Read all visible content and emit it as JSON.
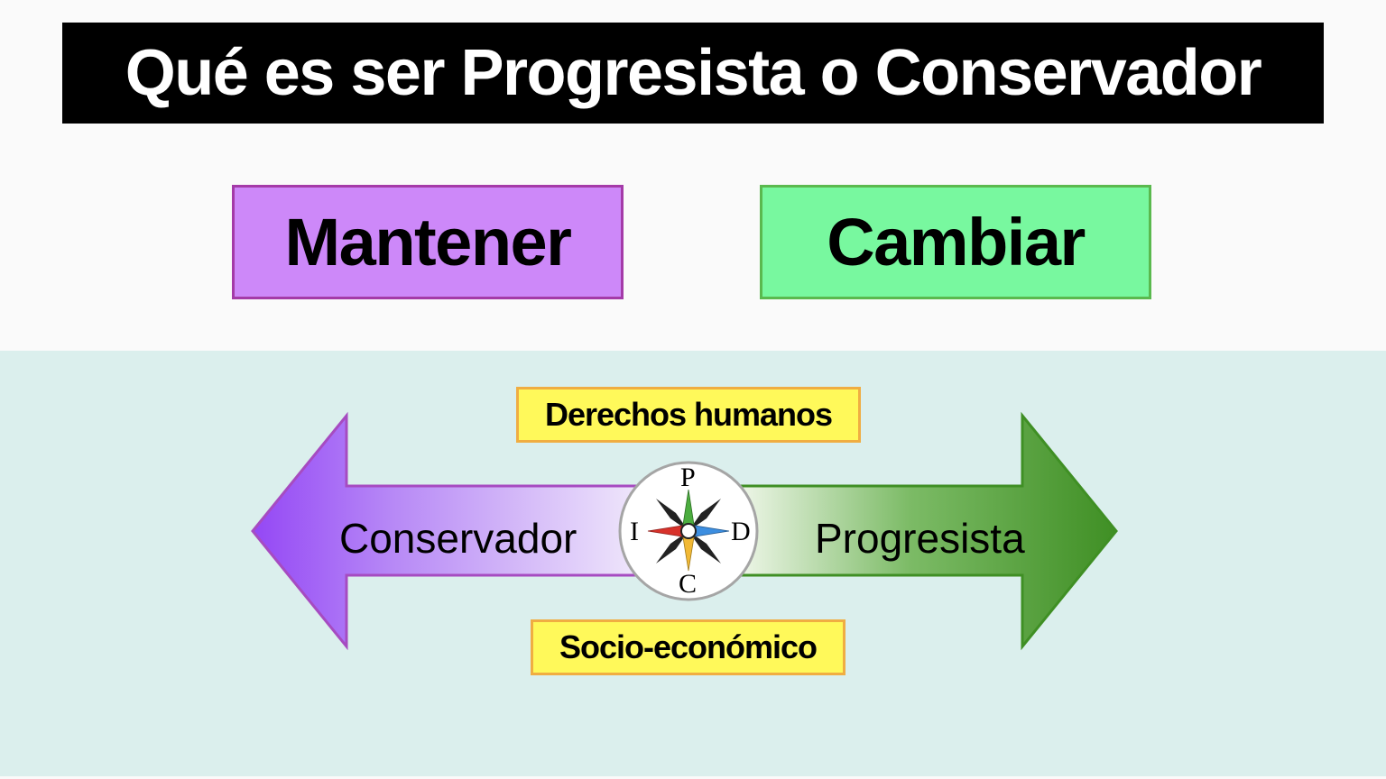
{
  "title": "Qué es ser Progresista o Conservador",
  "concepts": {
    "left": {
      "label": "Mantener",
      "fill": "#cd88f9",
      "border": "#a43aa8"
    },
    "right": {
      "label": "Cambiar",
      "fill": "#78f89f",
      "border": "#5ab94e"
    }
  },
  "spectrum": {
    "left_arrow": {
      "label": "Conservador",
      "color_start": "#9447f5",
      "color_end": "#ece3fa"
    },
    "right_arrow": {
      "label": "Progresista",
      "color_start": "#e4f1dd",
      "color_end": "#3f8f24"
    },
    "top_tag": "Derechos humanos",
    "bottom_tag": "Socio-económico"
  },
  "compass": {
    "icon": "compass-rose-icon",
    "north": "P",
    "south": "C",
    "west": "I",
    "east": "D",
    "colors": {
      "north": "#4cad3f",
      "south": "#f2b935",
      "west": "#d8322b",
      "east": "#3c8ee0"
    }
  },
  "backgrounds": {
    "top": "#fafafa",
    "bottom": "#dbefed"
  }
}
